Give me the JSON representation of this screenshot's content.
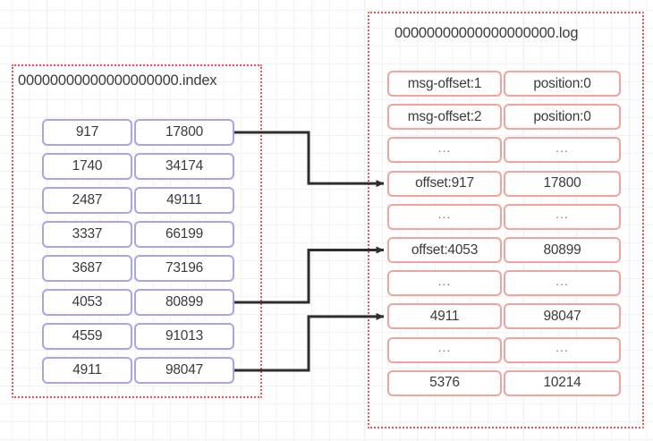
{
  "diagram": {
    "title_index": "00000000000000000000.index",
    "title_log": "00000000000000000000.log",
    "colors": {
      "file_box_border": "#fa4d4d",
      "index_cell_border": "#a8a4ef",
      "log_cell_border": "#f3a39d",
      "arrow": "#2e2e2e",
      "grid": "#e8e8e8"
    },
    "index_table": {
      "rows": [
        {
          "offset": "917",
          "position": "17800"
        },
        {
          "offset": "1740",
          "position": "34174"
        },
        {
          "offset": "2487",
          "position": "49111"
        },
        {
          "offset": "3337",
          "position": "66199"
        },
        {
          "offset": "3687",
          "position": "73196"
        },
        {
          "offset": "4053",
          "position": "80899"
        },
        {
          "offset": "4559",
          "position": "91013"
        },
        {
          "offset": "4911",
          "position": "98047"
        }
      ]
    },
    "log_table": {
      "rows": [
        {
          "offset": "msg-offset:1",
          "position": "position:0"
        },
        {
          "offset": "msg-offset:2",
          "position": "position:0"
        },
        {
          "offset": "...",
          "position": "..."
        },
        {
          "offset": "offset:917",
          "position": "17800"
        },
        {
          "offset": "...",
          "position": "..."
        },
        {
          "offset": "offset:4053",
          "position": "80899"
        },
        {
          "offset": "...",
          "position": "..."
        },
        {
          "offset": "4911",
          "position": "98047"
        },
        {
          "offset": "...",
          "position": "..."
        },
        {
          "offset": "5376",
          "position": "10214"
        }
      ]
    },
    "connectors": [
      {
        "from_index_row": 0,
        "to_log_row": 3
      },
      {
        "from_index_row": 5,
        "to_log_row": 5
      },
      {
        "from_index_row": 7,
        "to_log_row": 7
      }
    ]
  }
}
